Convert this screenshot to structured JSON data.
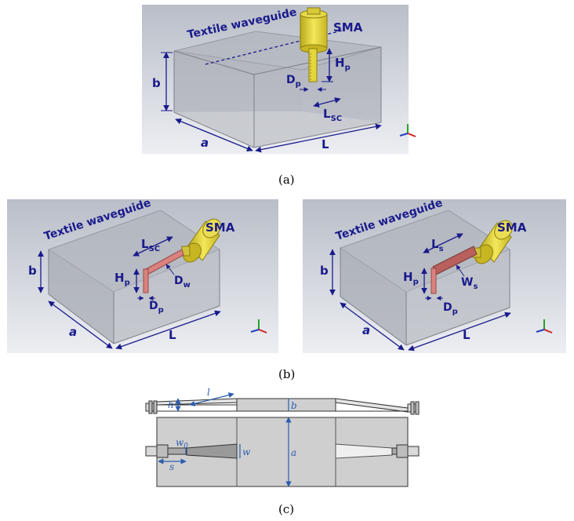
{
  "panel_a": {
    "title": "Textile waveguide",
    "sma": "SMA",
    "b": "b",
    "a": "a",
    "L": "L",
    "Hp": "H",
    "Hp_sub": "p",
    "Dp": "D",
    "Dp_sub": "p",
    "Lsc": "L",
    "Lsc_sub": "SC",
    "caption": "(a)"
  },
  "panel_b1": {
    "title": "Textile waveguide",
    "sma": "SMA",
    "b": "b",
    "a": "a",
    "L": "L",
    "Lsc": "L",
    "Lsc_sub": "SC",
    "Hp": "H",
    "Hp_sub": "p",
    "Dp": "D",
    "Dp_sub": "p",
    "Dw": "D",
    "Dw_sub": "w"
  },
  "panel_b2": {
    "title": "Textile waveguide",
    "sma": "SMA",
    "b": "b",
    "a": "a",
    "L": "L",
    "Ls": "L",
    "Ls_sub": "s",
    "Hp": "H",
    "Hp_sub": "p",
    "Dp": "D",
    "Dp_sub": "p",
    "Ws": "W",
    "Ws_sub": "s",
    "caption": "(b)"
  },
  "panel_c": {
    "h": "h",
    "l": "l",
    "b": "b",
    "w0": "w",
    "w0_sub": "0",
    "w": "w",
    "a": "a",
    "s": "s",
    "caption": "(c)"
  },
  "colors": {
    "label": "#1a1a8c",
    "bg": "#cfd2d9",
    "dim_blue": "#2a5db0",
    "sma_yellow": "#e8d93a",
    "probe_pink": "#d9827f"
  }
}
